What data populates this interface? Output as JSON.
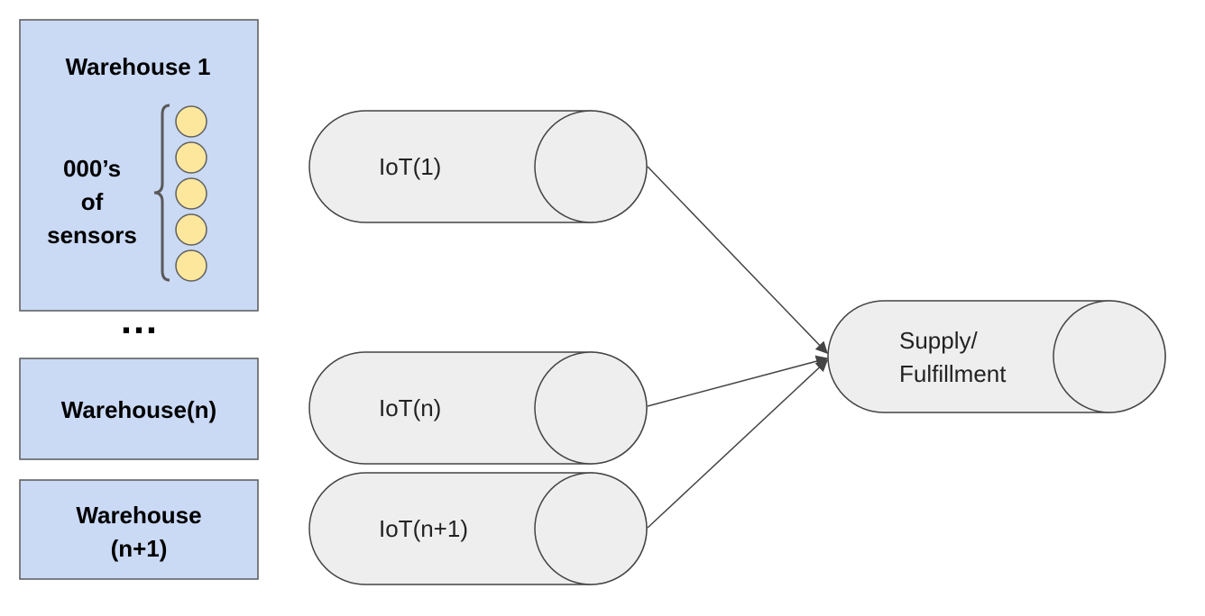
{
  "colors": {
    "warehouse_fill": "#cad9f4",
    "warehouse_stroke": "#595959",
    "cylinder_fill": "#eeeeee",
    "cylinder_stroke": "#444444",
    "sensor_fill": "#fce79c",
    "sensor_stroke": "#5f5f5f",
    "arrow": "#444444"
  },
  "warehouses": [
    {
      "line1": "Warehouse 1",
      "line2": ""
    },
    {
      "line1": "Warehouse(n)",
      "line2": ""
    },
    {
      "line1": "Warehouse",
      "line2": "(n+1)"
    }
  ],
  "sensors_label": {
    "line1": "000’s",
    "line2": "of",
    "line3": "sensors"
  },
  "sensor_count": 5,
  "ellipsis": "…",
  "iot_streams": [
    {
      "label": "IoT(1)"
    },
    {
      "label": "IoT(n)"
    },
    {
      "label": "IoT(n+1)"
    }
  ],
  "destination": {
    "line1": "Supply/",
    "line2": "Fulfillment"
  }
}
